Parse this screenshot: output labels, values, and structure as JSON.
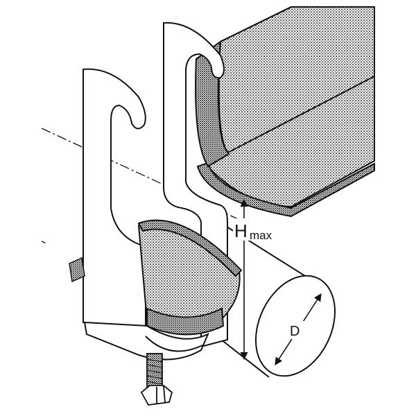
{
  "labels": {
    "height_main": "H",
    "height_sub": "max",
    "diameter": "D"
  }
}
